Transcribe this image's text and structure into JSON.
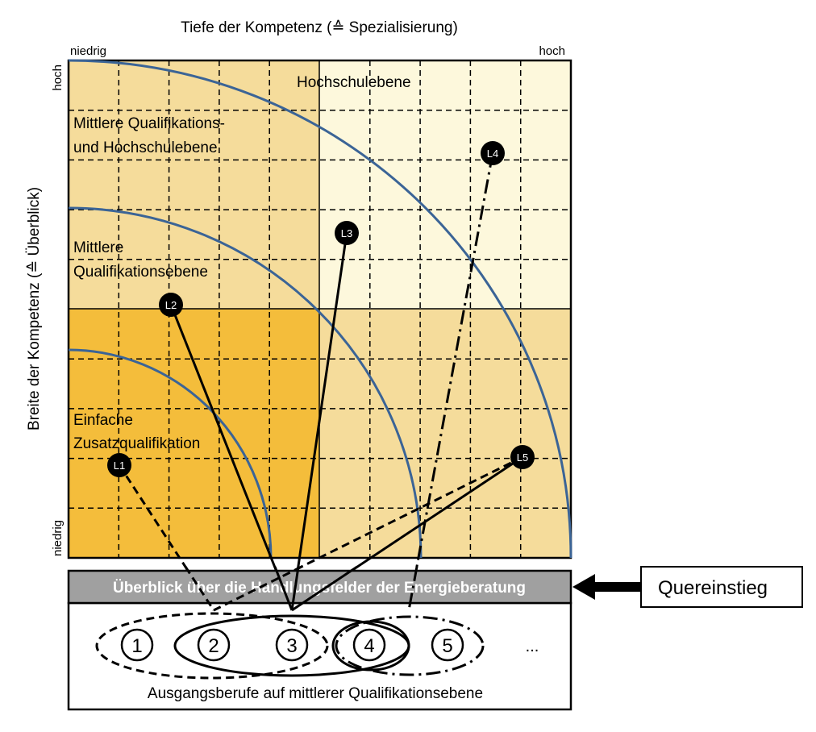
{
  "axes": {
    "x_title": "Tiefe der Kompetenz (≙ Spezialisierung)",
    "x_low": "niedrig",
    "x_high": "hoch",
    "y_title": "Breite der Kompetenz (≙ Überblick)",
    "y_low": "niedrig",
    "y_high": "hoch"
  },
  "regions": {
    "hochschule": "Hochschulebene",
    "mittlere_hochschule_1": "Mittlere Qualifikations-",
    "mittlere_hochschule_2": "und Hochschulebene",
    "mittlere_1": "Mittlere",
    "mittlere_2": "Qualifikationsebene",
    "einfach_1": "Einfache",
    "einfach_2": "Zusatzqualifikation"
  },
  "nodes": [
    "L1",
    "L2",
    "L3",
    "L4",
    "L5"
  ],
  "overview_bar": "Überblick über die Handlungsfelder der Energieberatung",
  "entry_box": "Quereinstieg",
  "base_professions": [
    "1",
    "2",
    "3",
    "4",
    "5",
    "..."
  ],
  "base_caption": "Ausgangsberufe auf mittlerer Qualifikationsebene",
  "colors": {
    "top_left": "#f5dc9b",
    "top_right": "#fdf8dc",
    "bottom_left": "#f4bd3b",
    "bottom_right": "#f5dc9b",
    "arc": "#3b6496",
    "bar": "#a0a0a0"
  }
}
